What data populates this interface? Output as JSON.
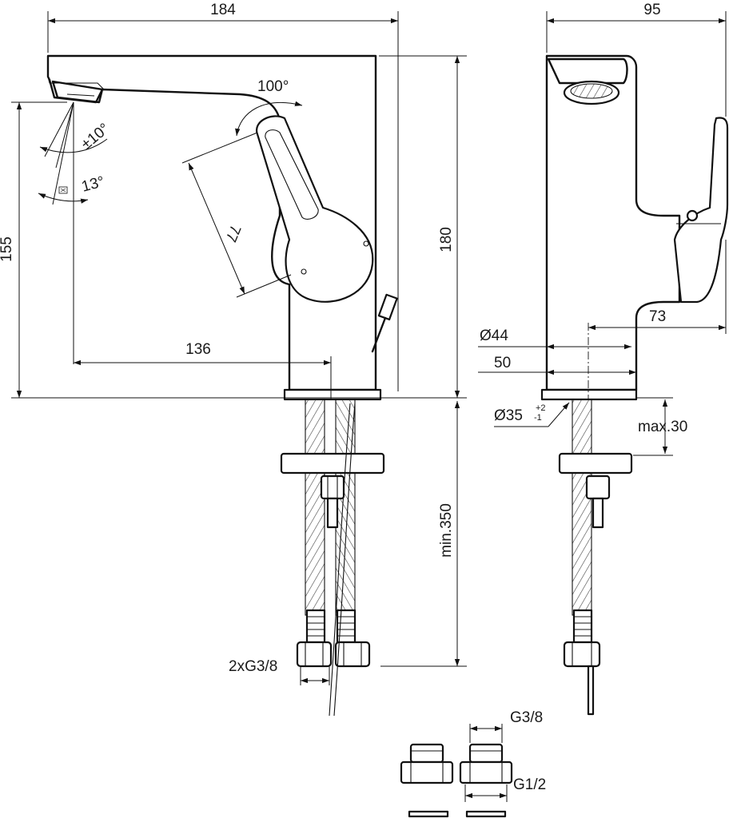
{
  "drawing": {
    "labels": {
      "width_front": "184",
      "width_side": "95",
      "lever_angle": "100°",
      "spray_angle_a": "±10°",
      "spray_angle_b": "13°",
      "lever_length": "77",
      "spout_height": "155",
      "total_height": "180",
      "spout_reach": "136",
      "hose_length": "min.350",
      "hose_thread": "2xG3/8",
      "base_diameter": "Ø44",
      "side_depth": "73",
      "base_width": "50",
      "hole_diameter": "Ø35",
      "hole_tol_plus": "+2",
      "hole_tol_minus": "-1",
      "max_thickness": "max.30",
      "adapter_in": "G3/8",
      "adapter_out": "G1/2"
    }
  }
}
